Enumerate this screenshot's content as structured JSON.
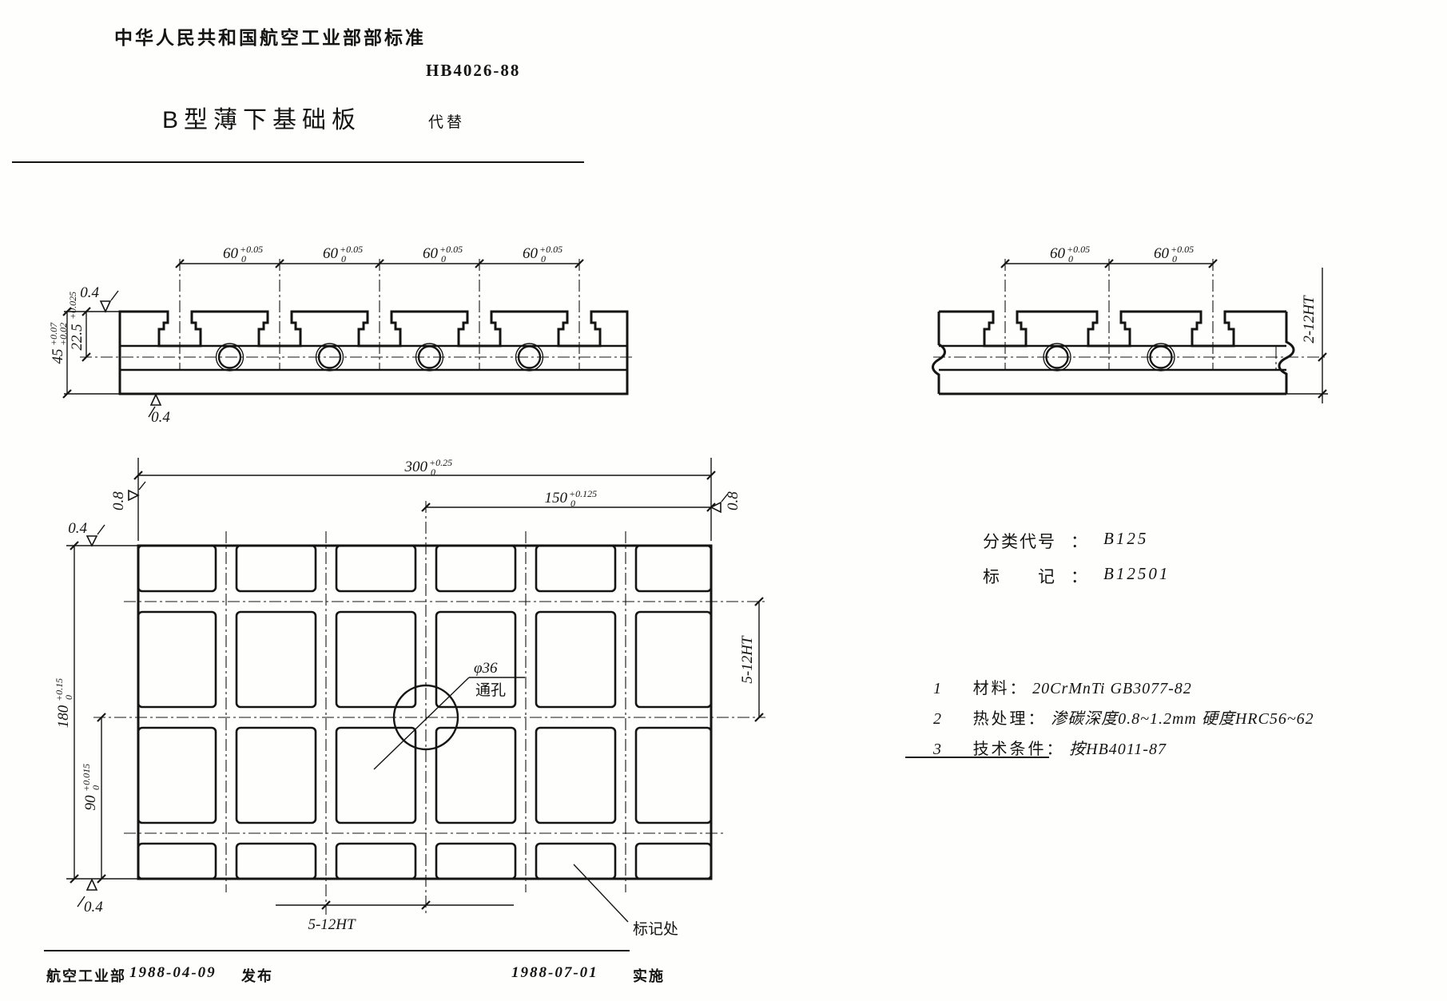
{
  "header": {
    "org": "中华人民共和国航空工业部部标准",
    "standard_no": "HB4026-88",
    "title": "B型薄下基础板",
    "replaces": "代替"
  },
  "dims": {
    "d60": {
      "v": "60",
      "u": "+0.05",
      "l": "0"
    },
    "d45": {
      "v": "45",
      "u": "+0.07",
      "l": "+0.02"
    },
    "d225": {
      "v": "22.5",
      "u": "+0.025",
      "l": ""
    },
    "d300": {
      "v": "300",
      "u": "+0.25",
      "l": "0"
    },
    "d150": {
      "v": "150",
      "u": "+0.125",
      "l": "0"
    },
    "d180": {
      "v": "180",
      "u": "+0.15",
      "l": "0"
    },
    "d90": {
      "v": "90",
      "u": "+0.015",
      "l": "0"
    },
    "ht2": "2-12HT",
    "ht5": "5-12HT"
  },
  "finish": {
    "f04": "0.4",
    "f08": "0.8"
  },
  "hole": {
    "dia": "φ36",
    "thru": "通孔"
  },
  "plan": {
    "mark": "标记处"
  },
  "classification": {
    "class_label": "分类代号",
    "colon": "：",
    "class_value": "B125",
    "mark_label": "标　　记",
    "mark_value": "B12501"
  },
  "notes": [
    {
      "no": "1",
      "label": "材料：",
      "text": "20CrMnTi  GB3077-82"
    },
    {
      "no": "2",
      "label": "热处理：",
      "text": "渗碳深度0.8~1.2mm 硬度HRC56~62"
    },
    {
      "no": "3",
      "label": "技术条件：",
      "text": "按HB4011-87"
    }
  ],
  "footer": {
    "org": "航空工业部",
    "issue_date": "1988-04-09",
    "issue_label": "发布",
    "impl_date": "1988-07-01",
    "impl_label": "实施"
  }
}
